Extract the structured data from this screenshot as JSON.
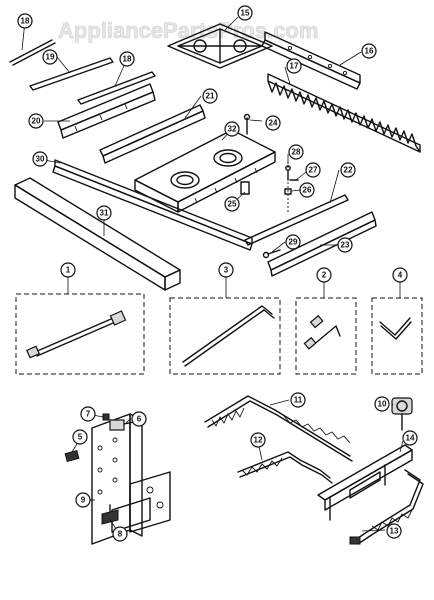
{
  "watermark": "AppliancePartsPros.com",
  "callouts": {
    "c1": "1",
    "c2": "2",
    "c3": "3",
    "c4": "4",
    "c5": "5",
    "c6": "6",
    "c7": "7",
    "c8": "8",
    "c9": "9",
    "c10": "10",
    "c11": "11",
    "c12": "12",
    "c13": "13",
    "c14": "14",
    "c15": "15",
    "c16": "16",
    "c17": "17",
    "c18": "18",
    "c19": "19",
    "c20": "20",
    "c21": "21",
    "c22": "22",
    "c23": "23",
    "c24": "24",
    "c25": "25",
    "c26": "26",
    "c27": "27",
    "c28": "28",
    "c29": "29",
    "c30": "30",
    "c31": "31",
    "c32": "32"
  }
}
